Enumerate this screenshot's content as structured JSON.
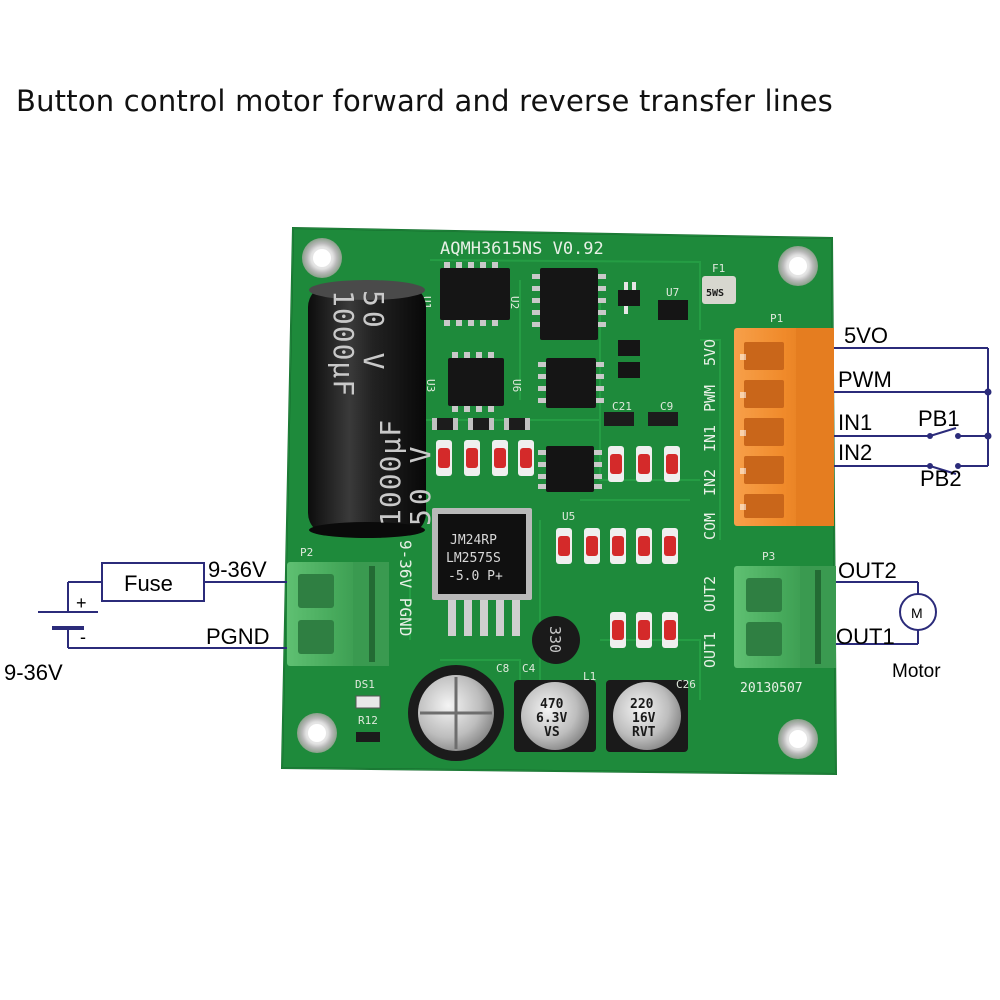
{
  "title": "Button control motor forward and reverse transfer lines",
  "board": {
    "model": "AQMH3615NS V0.92",
    "date_code": "20130507",
    "header_labels": [
      "5VO",
      "PWM",
      "IN1",
      "IN2",
      "COM"
    ],
    "output_labels": [
      "OUT2",
      "OUT1"
    ],
    "power_label": "9-36V PGND",
    "designators": {
      "p1": "P1",
      "p2": "P2",
      "p3": "P3",
      "ds1": "DS1",
      "r12": "R12",
      "f1": "F1",
      "u1": "U1",
      "u2": "U2",
      "u3": "U3",
      "u5": "U5",
      "u6": "U6",
      "u7": "U7",
      "c4": "C4",
      "c8": "C8",
      "c26": "C26",
      "l1": "L1",
      "c21": "C21",
      "c9": "C9"
    },
    "big_cap": {
      "line1": "1000µF",
      "line2": "50 V"
    },
    "regulator": {
      "line1": "JM24RP",
      "line2": "LM2575S",
      "line3": "-5.0   P+"
    },
    "inductor": "330",
    "cap_470": {
      "line1": "470",
      "line2": "6.3V",
      "line3": "VS"
    },
    "cap_220": {
      "line1": "220",
      "line2": "16V",
      "line3": "RVT"
    },
    "fuse_chip": "5WS"
  },
  "wiring": {
    "fuse": "Fuse",
    "supply_top": "9-36V",
    "ground": "PGND",
    "battery_voltage": "9-36V",
    "plus": "+",
    "minus": "-",
    "pin_5v": "5VO",
    "pin_pwm": "PWM",
    "pin_in1": "IN1",
    "pin_in2": "IN2",
    "pb1": "PB1",
    "pb2": "PB2",
    "out2": "OUT2",
    "out1": "OUT1",
    "motor_symbol": "M",
    "motor": "Motor"
  },
  "colors": {
    "pcb": "#1f8a3c",
    "wire": "#2b2b7a",
    "orange_connector": "#f08a2a",
    "green_connector": "#4cae63"
  }
}
